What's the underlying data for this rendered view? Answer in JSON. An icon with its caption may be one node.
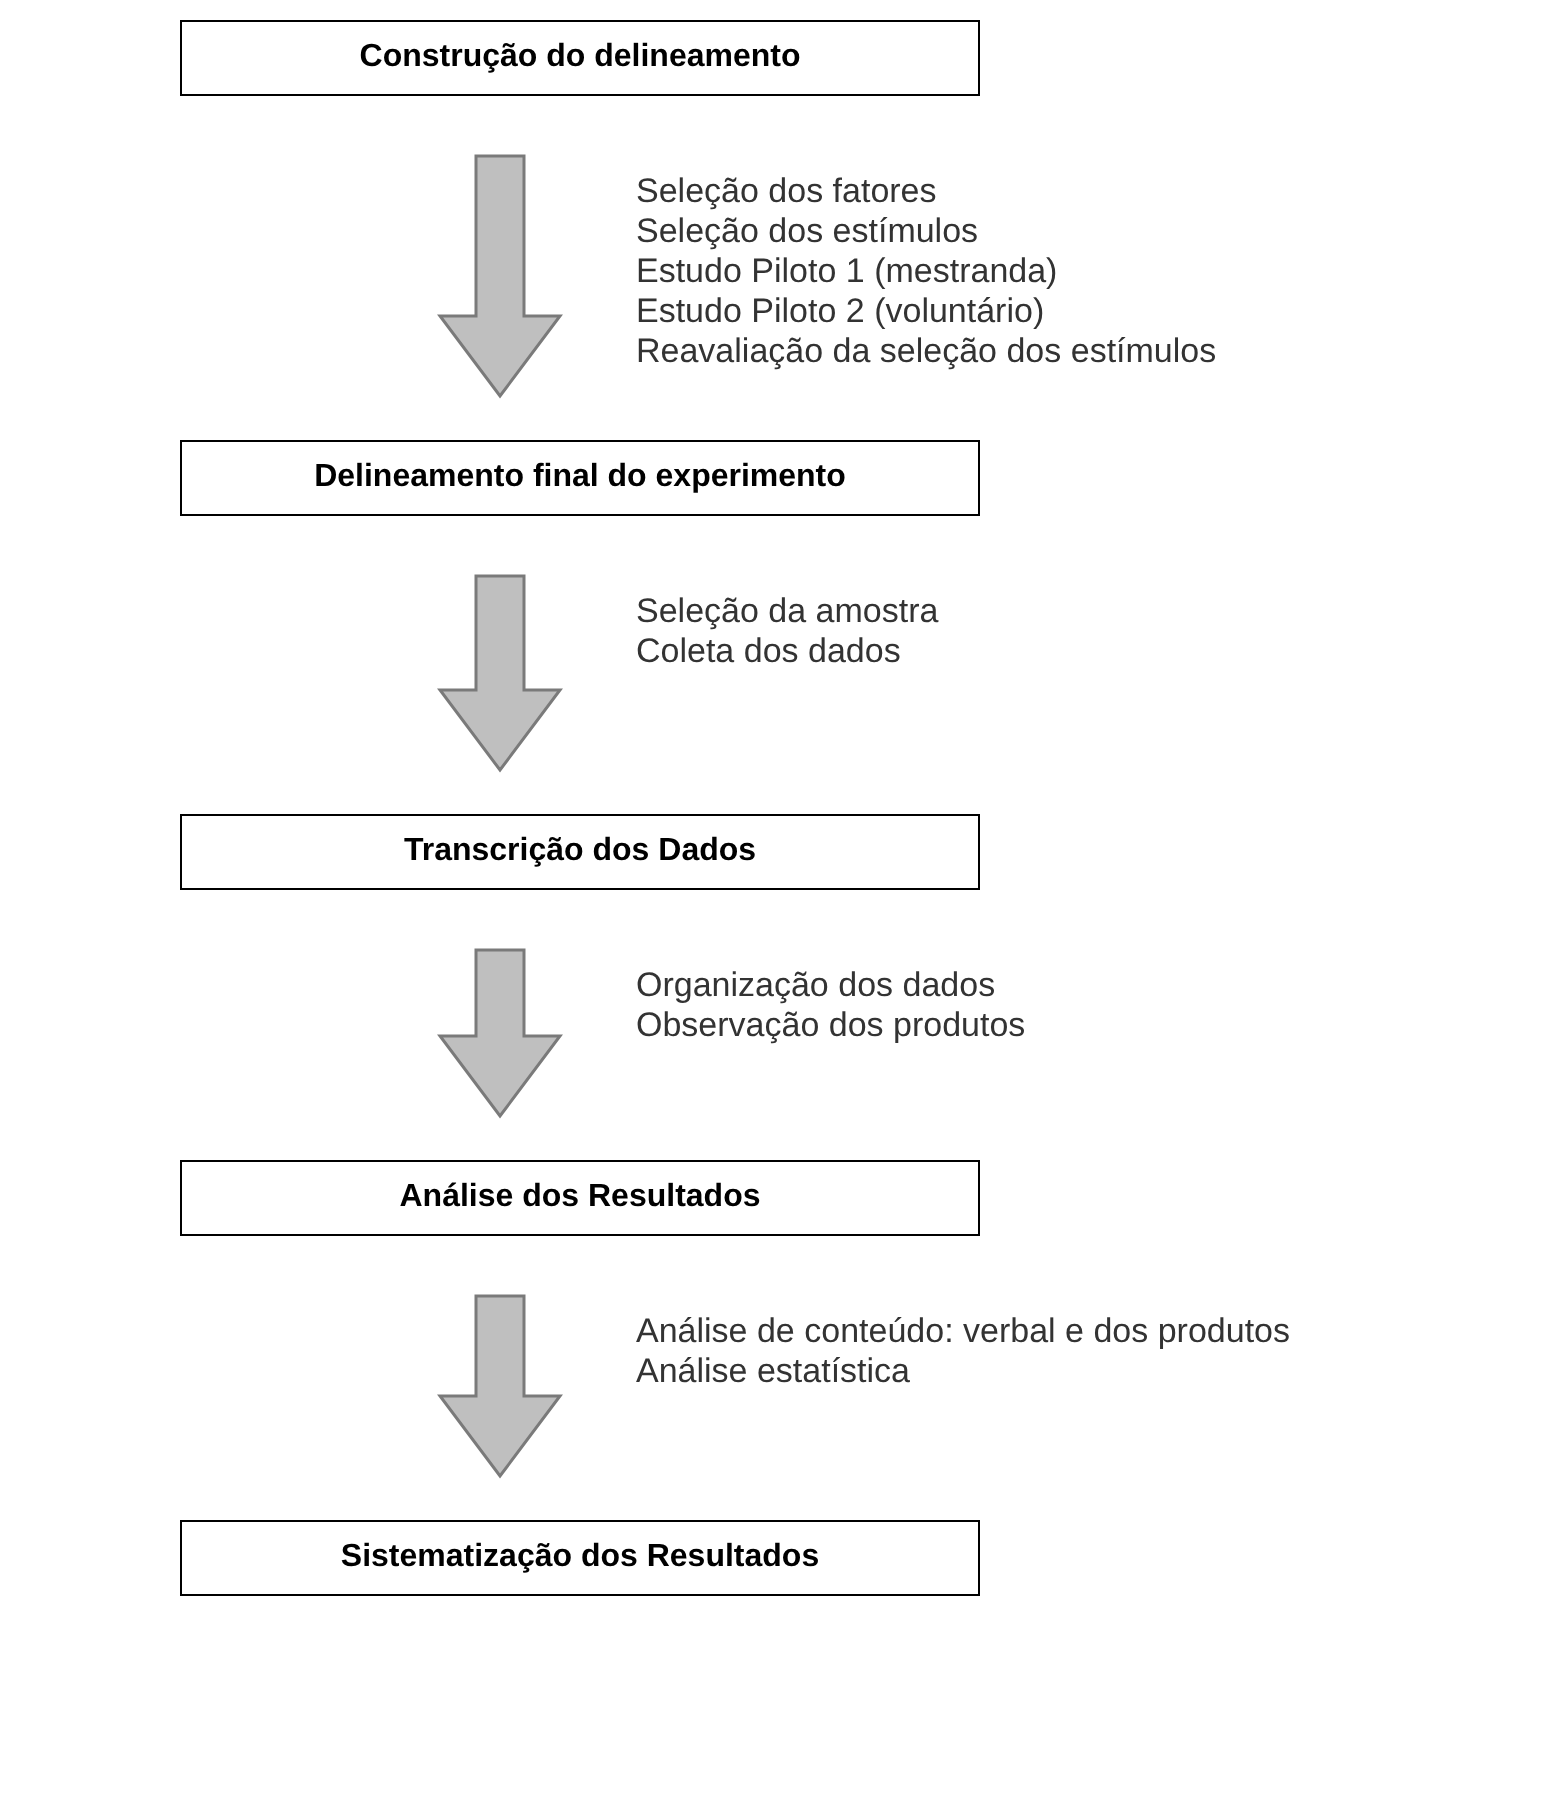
{
  "diagram": {
    "nodes": [
      {
        "text": [
          "Construção do delineamento"
        ]
      },
      {
        "text": [
          "Delineamento final do experimento"
        ]
      },
      {
        "text": [
          "Transcrição dos Dados"
        ]
      },
      {
        "text": [
          "Análise dos Resultados"
        ]
      },
      {
        "text": [
          "Sistematização dos Resultados"
        ]
      }
    ],
    "edges": [
      {
        "from": 0,
        "to": 1,
        "arrow": "to",
        "style": "thick"
      },
      {
        "from": 1,
        "to": 2,
        "arrow": "to",
        "style": "thick"
      },
      {
        "from": 2,
        "to": 3,
        "arrow": "to",
        "style": "thick"
      },
      {
        "from": 3,
        "to": 4,
        "arrow": "to",
        "style": "thick"
      }
    ],
    "labels": [
      "Seleção dos fatores",
      "Seleção dos estímulos",
      "Estudo Piloto 1 (mestranda)",
      "Estudo Piloto 2 (voluntário)",
      "Reavaliação da seleção dos estímulos",
      "Seleção da amostra",
      "Coleta dos dados",
      "Organização dos dados",
      "Observação dos produtos",
      "Análise de conteúdo: verbal e dos produtos",
      "Análise estatística"
    ]
  }
}
